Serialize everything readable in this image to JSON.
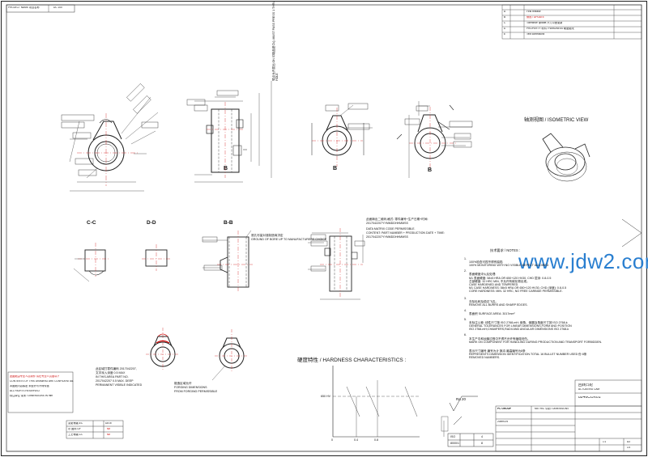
{
  "header": {
    "tag_left": "PROJECT NAME 项目名称",
    "tag_value": "DC 100"
  },
  "revisions": [
    {
      "rev": "A",
      "date": "",
      "text": "First release"
    },
    {
      "rev": "B",
      "date": "",
      "text": "修改 / UPDATE"
    },
    {
      "rev": "C",
      "date": "",
      "text": "Tolerance update 尺寸公差更新"
    },
    {
      "rev": "D",
      "date": "",
      "text": "PROPERTY 材料 / HARDNESS 硬度更改"
    },
    {
      "rev": "E",
      "date": "",
      "text": "Text corrections"
    }
  ],
  "views": {
    "isometric": "轴测视图 / ISOMETRIC VIEW",
    "cc": "C-C",
    "dd": "D-D",
    "bb": "B-B",
    "b_marks": [
      "B",
      "B",
      "B"
    ]
  },
  "callouts": {
    "gate": "锯点允许拔出 ON 印制品是中心 MUST PASS PRESS 1 THRU PIVOT HOLE",
    "bore_cn": "底孔尽量对准制造商决定",
    "bore_en": "GROUND OF BORE UP TO MANUFACTURERS CHOICE",
    "dm_cn": "此面铸出二维码,格式: 零件编号+生产日期+时间:",
    "dm_code1": "2017042207YYMMDDHHMMSS",
    "dm_en1": "DATA MATRIX CODE PERMISSIBLE.",
    "dm_en2": "CONTENT: PART NUMBER + PRODUCTION DATE + TIME:",
    "dm_code2": "2017042207YYMMDDHHMMSS",
    "part_cn": "此区域打零件编码 2017042207,",
    "part_cn2": "文字深入深度 0.5 MAX",
    "part_en1": "IN THIS AREA PART NO.",
    "part_en2": "2017042207 0.5 MAX. DEEP",
    "part_en3": "PERMANENT VISIBLE INDICATED",
    "forge_cn": "锻造区域允许",
    "forge_en1": "FORGING DIMENSIONS",
    "forge_en2": "FROM FORGING PERMISSIBLE"
  },
  "notes": {
    "title": "技术要求 / NOTES :",
    "items": [
      {
        "num": "1.",
        "lines": [
          "100%检查可视不得有缺陷",
          "100% MONITORING WITH NO VISIBLE DEFECT ALLOWED"
        ]
      },
      {
        "num": "2.",
        "lines": [
          "表面硬度淬火后处理:",
          "M1 表面硬度: 58±5 HRA OR 650+120 HV30, CHD 层深: 0.8-0.5",
          "芯部硬度: 32 HRC MIN, 不允许有碳化物出现。",
          "CASE HARDENED AND TEMPERED.",
          "M1 CASE HARDNESS: 58±5 HRA OR 650+120 HV30, CHD (深度): 0.8-0.5",
          "CORE HARDNESS: MIN. 32 HRC, NO FREE CARBIDE PERMISSIBLE."
        ]
      },
      {
        "num": "3.",
        "lines": [
          "去除毛刺及锐边飞边。",
          "REMOVE ALL BURRS AND SHARP EDGES."
        ]
      },
      {
        "num": "4.",
        "lines": [
          "表面积 SURFACE AREA: 3017mm²"
        ]
      },
      {
        "num": "5.",
        "lines": [
          "未标注公差: 线性尺寸按 ISO 2768-mH; 倒角、倒圆及角度尺寸按 ISO 2768-k",
          "GENERAL TOLERANCES FOR LINEAR DIMENSIONS,FORM AND POSITION",
          "ISO 2768-mH;CHAMFERS,RADII AND ANGULAR DIMENSIONS ISO 2768-k"
        ]
      },
      {
        "num": "6.",
        "lines": [
          "本生产中和运输过程中不得不允许有磕碰划伤。",
          "MARK ON COMPONENT FOR HANDLING DURING PRODUCTION AND TRANSPORT FORBIDDEN."
        ]
      },
      {
        "num": "",
        "lines": [
          "表示尺寸编号 编号为计 脉冲,最高编号为8条",
          "REPRESENTS DIMENSION IDENTIFICATION.TOTAL 16 BULLET NUMBER USED 份 8条",
          "REMOVED NUMBERS."
        ]
      }
    ]
  },
  "hardness": {
    "title": "硬度特性 / HARDNESS CHARACTERISTICS :",
    "y_labels": [
      "650 HV"
    ],
    "x_labels": [
      "0",
      "0.4",
      "0.8"
    ]
  },
  "surface": {
    "symbol": "Ra 20"
  },
  "iso": {
    "label1": "ISO",
    "label2": "8000/1",
    "sym1": "4",
    "sym2": "8"
  },
  "left_box": {
    "lines": [
      "此图纸由专业人员制作 请在专业人员指导下",
      "CONTENTS OF THIS DRAWING ARE CONFIDENTIAL",
      "本图纸内容保密 未经许可不得传递",
      "ALL RIGHTS RESERVED",
      "标注单位 毫米 / DIMENSIONS IN mm"
    ],
    "table": [
      [
        "变更等级-EC",
        "",
        "DATE"
      ],
      [
        "示 图样-GF",
        "",
        "NA"
      ],
      [
        "工艺等级-CC",
        "",
        "NA"
      ]
    ]
  },
  "titleblock": {
    "company": "PC GROUP",
    "doc_type": "METRIC 公制 / DIMENSIONS",
    "part_name_cn": "回转凸轮",
    "part_name_en": "ACTUATING CAM",
    "part_number": "8246COX01",
    "sheet": "1/1",
    "scale": "1:1",
    "format": "A3",
    "material": "20MnCr5",
    "weight": ""
  },
  "watermark": "www.jdw2.com"
}
